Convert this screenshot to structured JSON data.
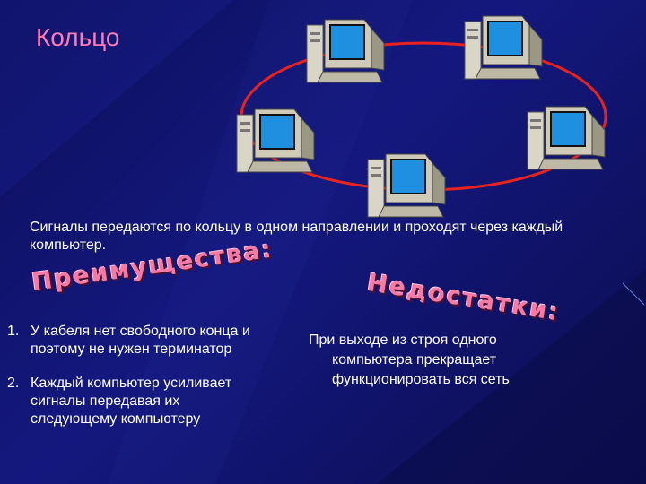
{
  "title": "Кольцо",
  "description": "Сигналы передаются по кольцу в одном направлении и проходят через каждый компьютер.",
  "advantages": {
    "heading": "Преимущества:",
    "items": [
      {
        "num": "1.",
        "text": "У кабеля нет свободного конца и поэтому не нужен терминатор"
      },
      {
        "num": "2.",
        "text": "Каждый компьютер усиливает сигналы передавая их следующему компьютеру"
      }
    ]
  },
  "disadvantages": {
    "heading": "Недостатки:",
    "lines": [
      "При выходе из строя одного",
      "компьютера прекращает",
      "функционировать вся сеть"
    ]
  },
  "colors": {
    "background": "#12157a",
    "title": "#ff7ab8",
    "ring": "#e8231f",
    "wordart": "#f57aa6",
    "text": "#ffffff"
  },
  "icons": [
    "computer-icon",
    "computer-icon",
    "computer-icon",
    "computer-icon",
    "computer-icon"
  ]
}
